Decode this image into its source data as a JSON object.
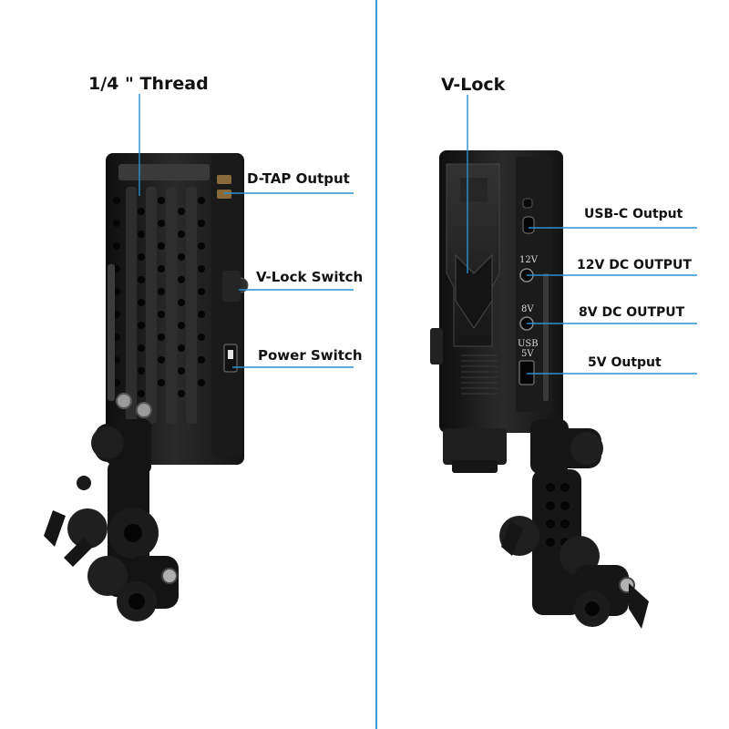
{
  "callouts": {
    "thread": "1/4 \" Thread",
    "vlock": "V-Lock",
    "dtap": "D-TAP Output",
    "vlock_switch": "V-Lock Switch",
    "power_switch": "Power Switch",
    "usbc": "USB-C Output",
    "dc12": "12V DC OUTPUT",
    "dc8": "8V DC OUTPUT",
    "usb5": "5V Output"
  },
  "port_markings": {
    "v12": "12V",
    "v8": "8V",
    "usb": "USB",
    "v5": "5V"
  },
  "colors": {
    "callout_line": "#2a8fd0",
    "divider": "#3a9ad9",
    "device_body": "#1c1c1c",
    "label_text": "#111111"
  }
}
